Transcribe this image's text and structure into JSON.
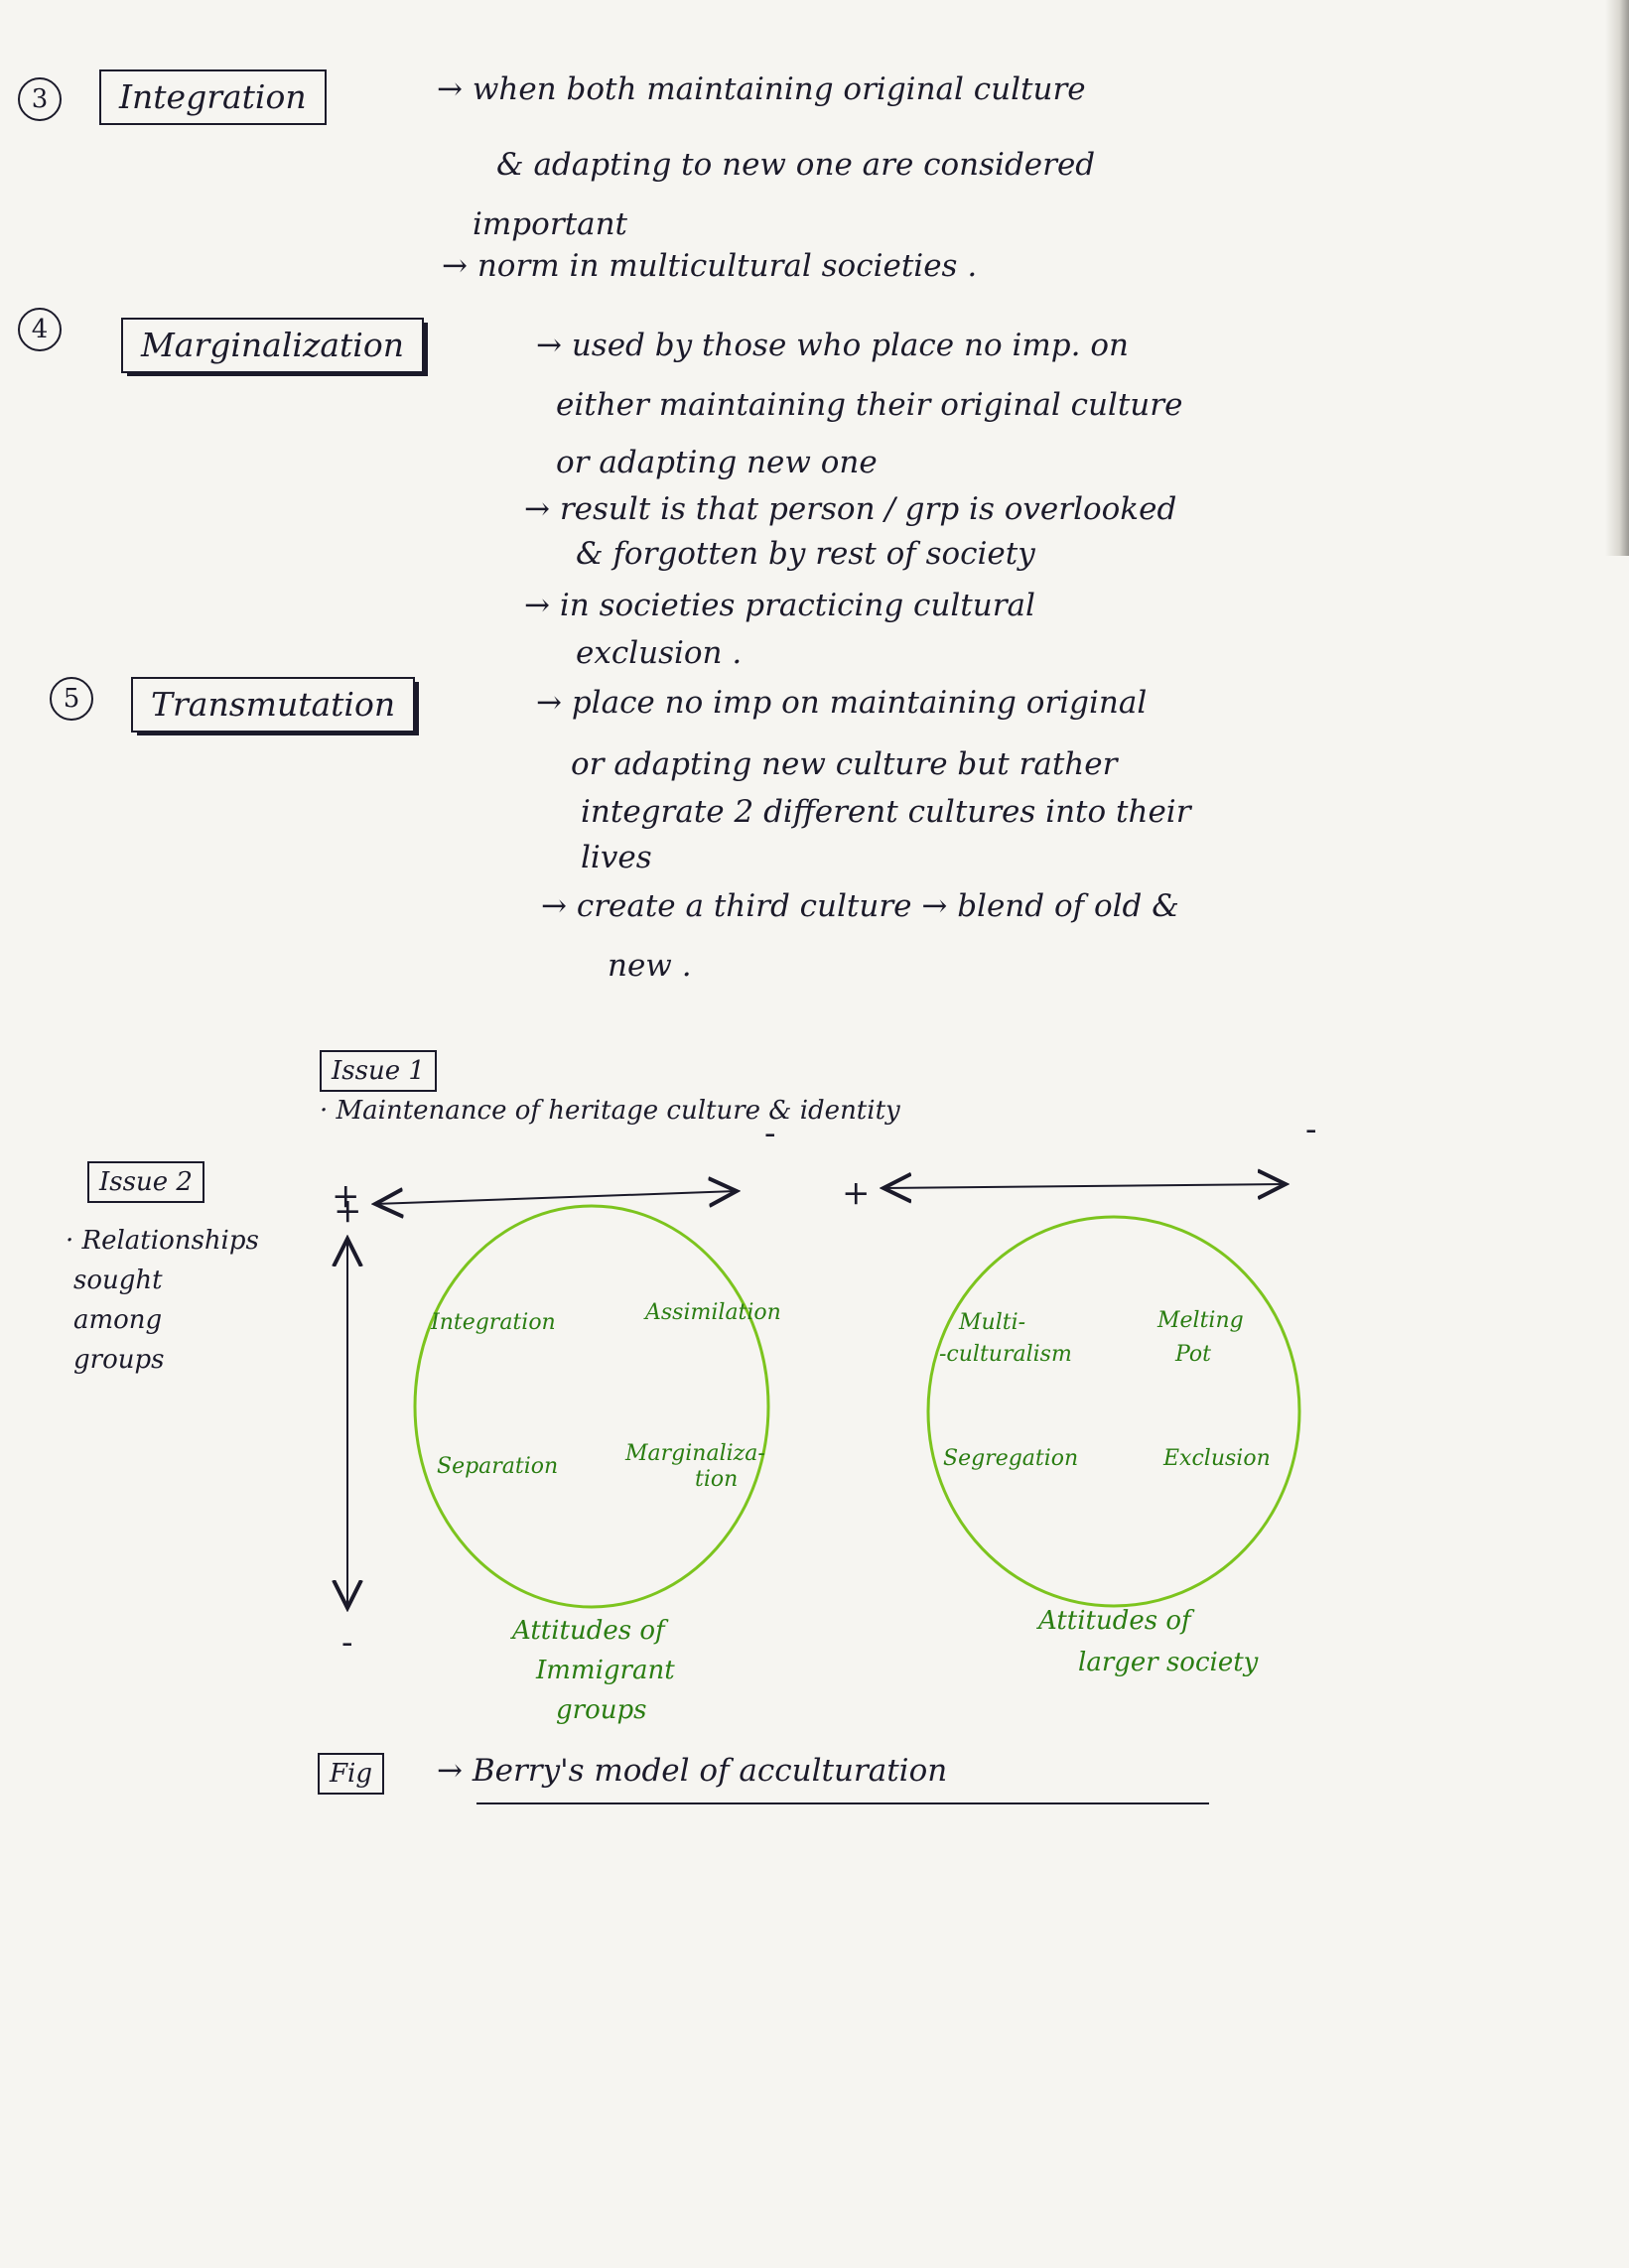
{
  "sections": [
    {
      "number": "3",
      "heading": "Integration",
      "lines": [
        "→ when both maintaining original culture",
        "& adapting to new one are considered",
        "important",
        "→ norm in multicultural societies ."
      ]
    },
    {
      "number": "4",
      "heading": "Marginalization",
      "lines": [
        "→ used by those who place no imp. on",
        "either maintaining their original culture",
        "or adapting new one",
        "→ result is that person / grp is overlooked",
        "& forgotten by rest of society",
        "→ in societies practicing cultural",
        "exclusion ."
      ]
    },
    {
      "number": "5",
      "heading": "Transmutation",
      "lines": [
        "→ place no imp on maintaining original",
        "or adapting new culture but rather",
        "integrate 2 different cultures into their",
        "lives",
        "→ create a third culture → blend of old &",
        "new ."
      ]
    }
  ],
  "diagram": {
    "issue1_label": "Issue 1",
    "issue1_desc": "· Maintenance of heritage culture & identity",
    "issue2_label": "Issue 2",
    "issue2_desc": [
      "· Relationships",
      "sought",
      "among",
      "groups"
    ],
    "plus": "+",
    "minus": "-",
    "left_circle": {
      "cells": [
        "Integration",
        "Assimilation",
        "Separation",
        "Marginaliza-",
        "tion"
      ],
      "caption": [
        "Attitudes of",
        "Immigrant",
        "groups"
      ]
    },
    "right_circle": {
      "cells": [
        "Multi-",
        "-culturalism",
        "Melting",
        "Pot",
        "Segregation",
        "Exclusion"
      ],
      "caption": [
        "Attitudes of",
        "larger society"
      ]
    },
    "fig_label": "Fig",
    "fig_caption": "→ Berry's model of acculturation"
  },
  "colors": {
    "ink": "#1b1a2a",
    "green_ink": "#2a7d12",
    "green_circle": "#7cc41e",
    "paper": "#f6f5f1"
  }
}
